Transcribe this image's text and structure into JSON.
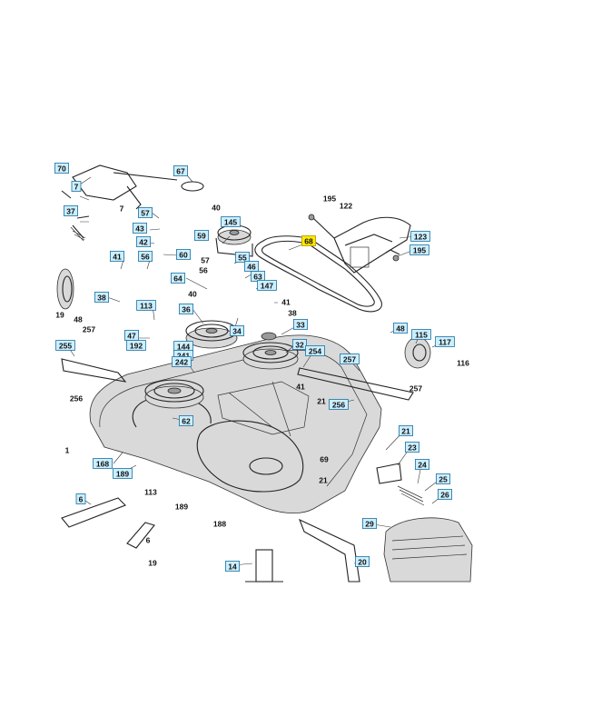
{
  "callouts": [
    {
      "label": "70",
      "boxed": true
    },
    {
      "label": "7",
      "boxed": true
    },
    {
      "label": "67",
      "boxed": true
    },
    {
      "label": "37",
      "boxed": true
    },
    {
      "label": "57",
      "boxed": true
    },
    {
      "label": "43",
      "boxed": true
    },
    {
      "label": "42",
      "boxed": true
    },
    {
      "label": "60",
      "boxed": true
    },
    {
      "label": "145",
      "boxed": true
    },
    {
      "label": "59",
      "boxed": true
    },
    {
      "label": "41",
      "boxed": true
    },
    {
      "label": "56",
      "boxed": true
    },
    {
      "label": "55",
      "boxed": true
    },
    {
      "label": "46",
      "boxed": true
    },
    {
      "label": "64",
      "boxed": true
    },
    {
      "label": "63",
      "boxed": true
    },
    {
      "label": "147",
      "boxed": true
    },
    {
      "label": "38",
      "boxed": true
    },
    {
      "label": "36",
      "boxed": true
    },
    {
      "label": "113",
      "boxed": true
    },
    {
      "label": "34",
      "boxed": true
    },
    {
      "label": "33",
      "boxed": true
    },
    {
      "label": "47",
      "boxed": true
    },
    {
      "label": "192",
      "boxed": true
    },
    {
      "label": "144",
      "boxed": true
    },
    {
      "label": "241",
      "boxed": true
    },
    {
      "label": "242",
      "boxed": true
    },
    {
      "label": "32",
      "boxed": true
    },
    {
      "label": "255",
      "boxed": true
    },
    {
      "label": "254",
      "boxed": true
    },
    {
      "label": "257",
      "boxed": true
    },
    {
      "label": "256",
      "boxed": true
    },
    {
      "label": "62",
      "boxed": true
    },
    {
      "label": "68",
      "boxed": true,
      "highlight": true
    },
    {
      "label": "123",
      "boxed": true
    },
    {
      "label": "195",
      "boxed": true
    },
    {
      "label": "48",
      "boxed": true
    },
    {
      "label": "115",
      "boxed": true
    },
    {
      "label": "117",
      "boxed": true
    },
    {
      "label": "21",
      "boxed": true
    },
    {
      "label": "23",
      "boxed": true
    },
    {
      "label": "24",
      "boxed": true
    },
    {
      "label": "25",
      "boxed": true
    },
    {
      "label": "26",
      "boxed": true
    },
    {
      "label": "168",
      "boxed": true
    },
    {
      "label": "189",
      "boxed": true
    },
    {
      "label": "6",
      "boxed": true
    },
    {
      "label": "29",
      "boxed": true
    },
    {
      "label": "14",
      "boxed": true
    },
    {
      "label": "20",
      "boxed": true
    },
    {
      "label": "7",
      "boxed": false
    },
    {
      "label": "40",
      "boxed": false
    },
    {
      "label": "195",
      "boxed": false
    },
    {
      "label": "122",
      "boxed": false
    },
    {
      "label": "57",
      "boxed": false
    },
    {
      "label": "56",
      "boxed": false
    },
    {
      "label": "40",
      "boxed": false
    },
    {
      "label": "41",
      "boxed": false
    },
    {
      "label": "38",
      "boxed": false
    },
    {
      "label": "19",
      "boxed": false
    },
    {
      "label": "48",
      "boxed": false
    },
    {
      "label": "257",
      "boxed": false
    },
    {
      "label": "116",
      "boxed": false
    },
    {
      "label": "41",
      "boxed": false
    },
    {
      "label": "21",
      "boxed": false
    },
    {
      "label": "257",
      "boxed": false
    },
    {
      "label": "256",
      "boxed": false
    },
    {
      "label": "1",
      "boxed": false
    },
    {
      "label": "69",
      "boxed": false
    },
    {
      "label": "21",
      "boxed": false
    },
    {
      "label": "113",
      "boxed": false
    },
    {
      "label": "189",
      "boxed": false
    },
    {
      "label": "188",
      "boxed": false
    },
    {
      "label": "6",
      "boxed": false
    },
    {
      "label": "19",
      "boxed": false
    }
  ]
}
